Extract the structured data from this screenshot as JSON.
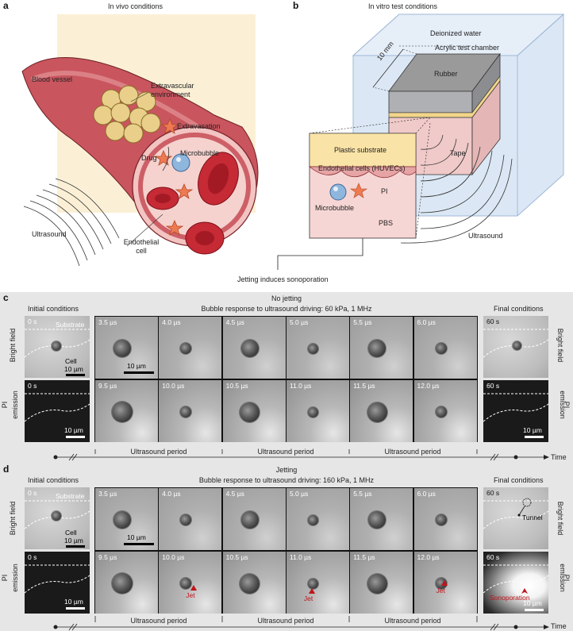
{
  "panel_a": {
    "letter": "a",
    "heading": "In vivo conditions",
    "blood_vessel": "Blood vessel",
    "extravascular": "Extravascular\nenvironment",
    "extravascular_line1": "Extravascular",
    "extravascular_line2": "environment",
    "extravasation": "Extravasation",
    "drug": "Drug",
    "microbubble": "Microbubble",
    "ultrasound": "Ultrasound",
    "endothelial_line1": "Endothelial",
    "endothelial_line2": "cell"
  },
  "panel_b": {
    "letter": "b",
    "heading": "In vitro test conditions",
    "water": "Deionized water",
    "chamber": "Acrylic test chamber",
    "dimension": "10 mm",
    "rubber": "Rubber",
    "tape": "Tape",
    "ultrasound": "Ultrasound",
    "plastic": "Plastic substrate",
    "huvec": "Endothelial cells (HUVECs)",
    "pi": "PI",
    "microbubble": "Microbubble",
    "pbs": "PBS",
    "jetting_note": "Jetting induces sonoporation"
  },
  "panel_c": {
    "letter": "c",
    "title": "No jetting",
    "subtitle": "Bubble response to ultrasound driving: 60 kPa, 1 MHz",
    "initial": "Initial conditions",
    "final": "Final conditions",
    "bright_field": "Bright field",
    "pi_emission_1": "PI",
    "pi_emission_2": "emission",
    "substrate": "Substrate",
    "cell": "Cell",
    "scale": "10 µm",
    "t0": "0 s",
    "t60": "60 s",
    "times_top": [
      "3.5 µs",
      "4.0 µs",
      "4.5 µs",
      "5.0 µs",
      "5.5 µs",
      "6.0 µs"
    ],
    "times_bottom": [
      "9.5 µs",
      "10.0 µs",
      "10.5 µs",
      "11.0 µs",
      "11.5 µs",
      "12.0 µs"
    ],
    "periods": [
      "Ultrasound period",
      "Ultrasound period",
      "Ultrasound period"
    ],
    "time": "Time"
  },
  "panel_d": {
    "letter": "d",
    "title": "Jetting",
    "subtitle": "Bubble response to ultrasound driving: 160 kPa, 1 MHz",
    "initial": "Initial conditions",
    "final": "Final conditions",
    "bright_field": "Bright field",
    "pi_emission_1": "PI",
    "pi_emission_2": "emission",
    "substrate": "Substrate",
    "cell": "Cell",
    "tunnel": "Tunnel",
    "jet": "Jet",
    "sonoporation": "Sonoporation",
    "scale": "10 µm",
    "t0": "0 s",
    "t60": "60 s",
    "times_top": [
      "3.5 µs",
      "4.0 µs",
      "4.5 µs",
      "5.0 µs",
      "5.5 µs",
      "6.0 µs"
    ],
    "times_bottom": [
      "9.5 µs",
      "10.0 µs",
      "10.5 µs",
      "11.0 µs",
      "11.5 µs",
      "12.0 µs"
    ],
    "periods": [
      "Ultrasound period",
      "Ultrasound period",
      "Ultrasound period"
    ],
    "time": "Time"
  },
  "colors": {
    "vessel": "#c9555e",
    "vessel_light": "#e8a4a4",
    "rbc": "#c62a35",
    "cell_yellow": "#e9cf8a",
    "bubble": "#8fb6dd",
    "star": "#ef7a52",
    "beige_bg": "#fbf0d6",
    "water_blue": "#dbe7f4",
    "jet_red": "#c0141b"
  }
}
